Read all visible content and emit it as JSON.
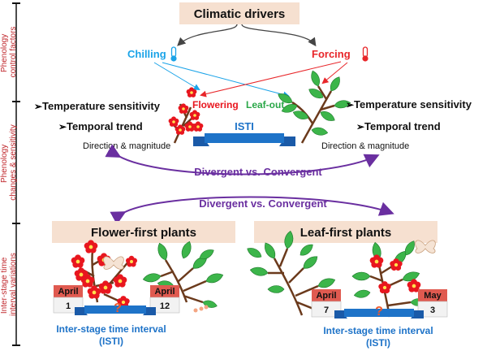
{
  "title": "Climatic drivers",
  "drivers": {
    "chilling": "Chilling",
    "forcing": "Forcing"
  },
  "side_labels": {
    "top": [
      "Phenology",
      "control factors"
    ],
    "middle": [
      "Phenology",
      "changes & sensitivity"
    ],
    "bottom": [
      "Inter-stage time",
      "interval variations"
    ]
  },
  "stage_labels": {
    "flowering": "Flowering",
    "leafout": "Leaf-out"
  },
  "isti_banner": "ISTI",
  "left_panel": {
    "bullet1": "Temperature sensitivity",
    "bullet2": "Temporal trend",
    "note": "Direction & magnitude"
  },
  "right_panel": {
    "bullet1": "Temperature sensitivity",
    "bullet2": "Temporal trend",
    "note": "Direction & magnitude"
  },
  "arc_label_1": "Divergent vs. Convergent",
  "arc_label_2": "Divergent vs. Convergent",
  "flower_first": {
    "heading": "Flower-first plants",
    "cal1_month": "April",
    "cal1_day": "1",
    "cal2_month": "April",
    "cal2_day": "12",
    "q": "?",
    "caption1": "Inter-stage time interval",
    "caption2": "(ISTI)"
  },
  "leaf_first": {
    "heading": "Leaf-first plants",
    "cal1_month": "April",
    "cal1_day": "7",
    "cal2_month": "May",
    "cal2_day": "3",
    "q": "?",
    "caption1": "Inter-stage time interval",
    "caption2": "(ISTI)"
  },
  "colors": {
    "chilling": "#1aa3e8",
    "forcing": "#e8262a",
    "leafout": "#2aa748",
    "purple": "#6a2fa0",
    "banner": "#1e73c8",
    "box": "#f6e0d0",
    "leaf": "#3cb54a",
    "flower": "#e8161e",
    "trunk": "#6b3a1c"
  },
  "icons": [
    "thermometer-icon",
    "butterfly-icon",
    "flower-icon",
    "leaf-icon"
  ]
}
